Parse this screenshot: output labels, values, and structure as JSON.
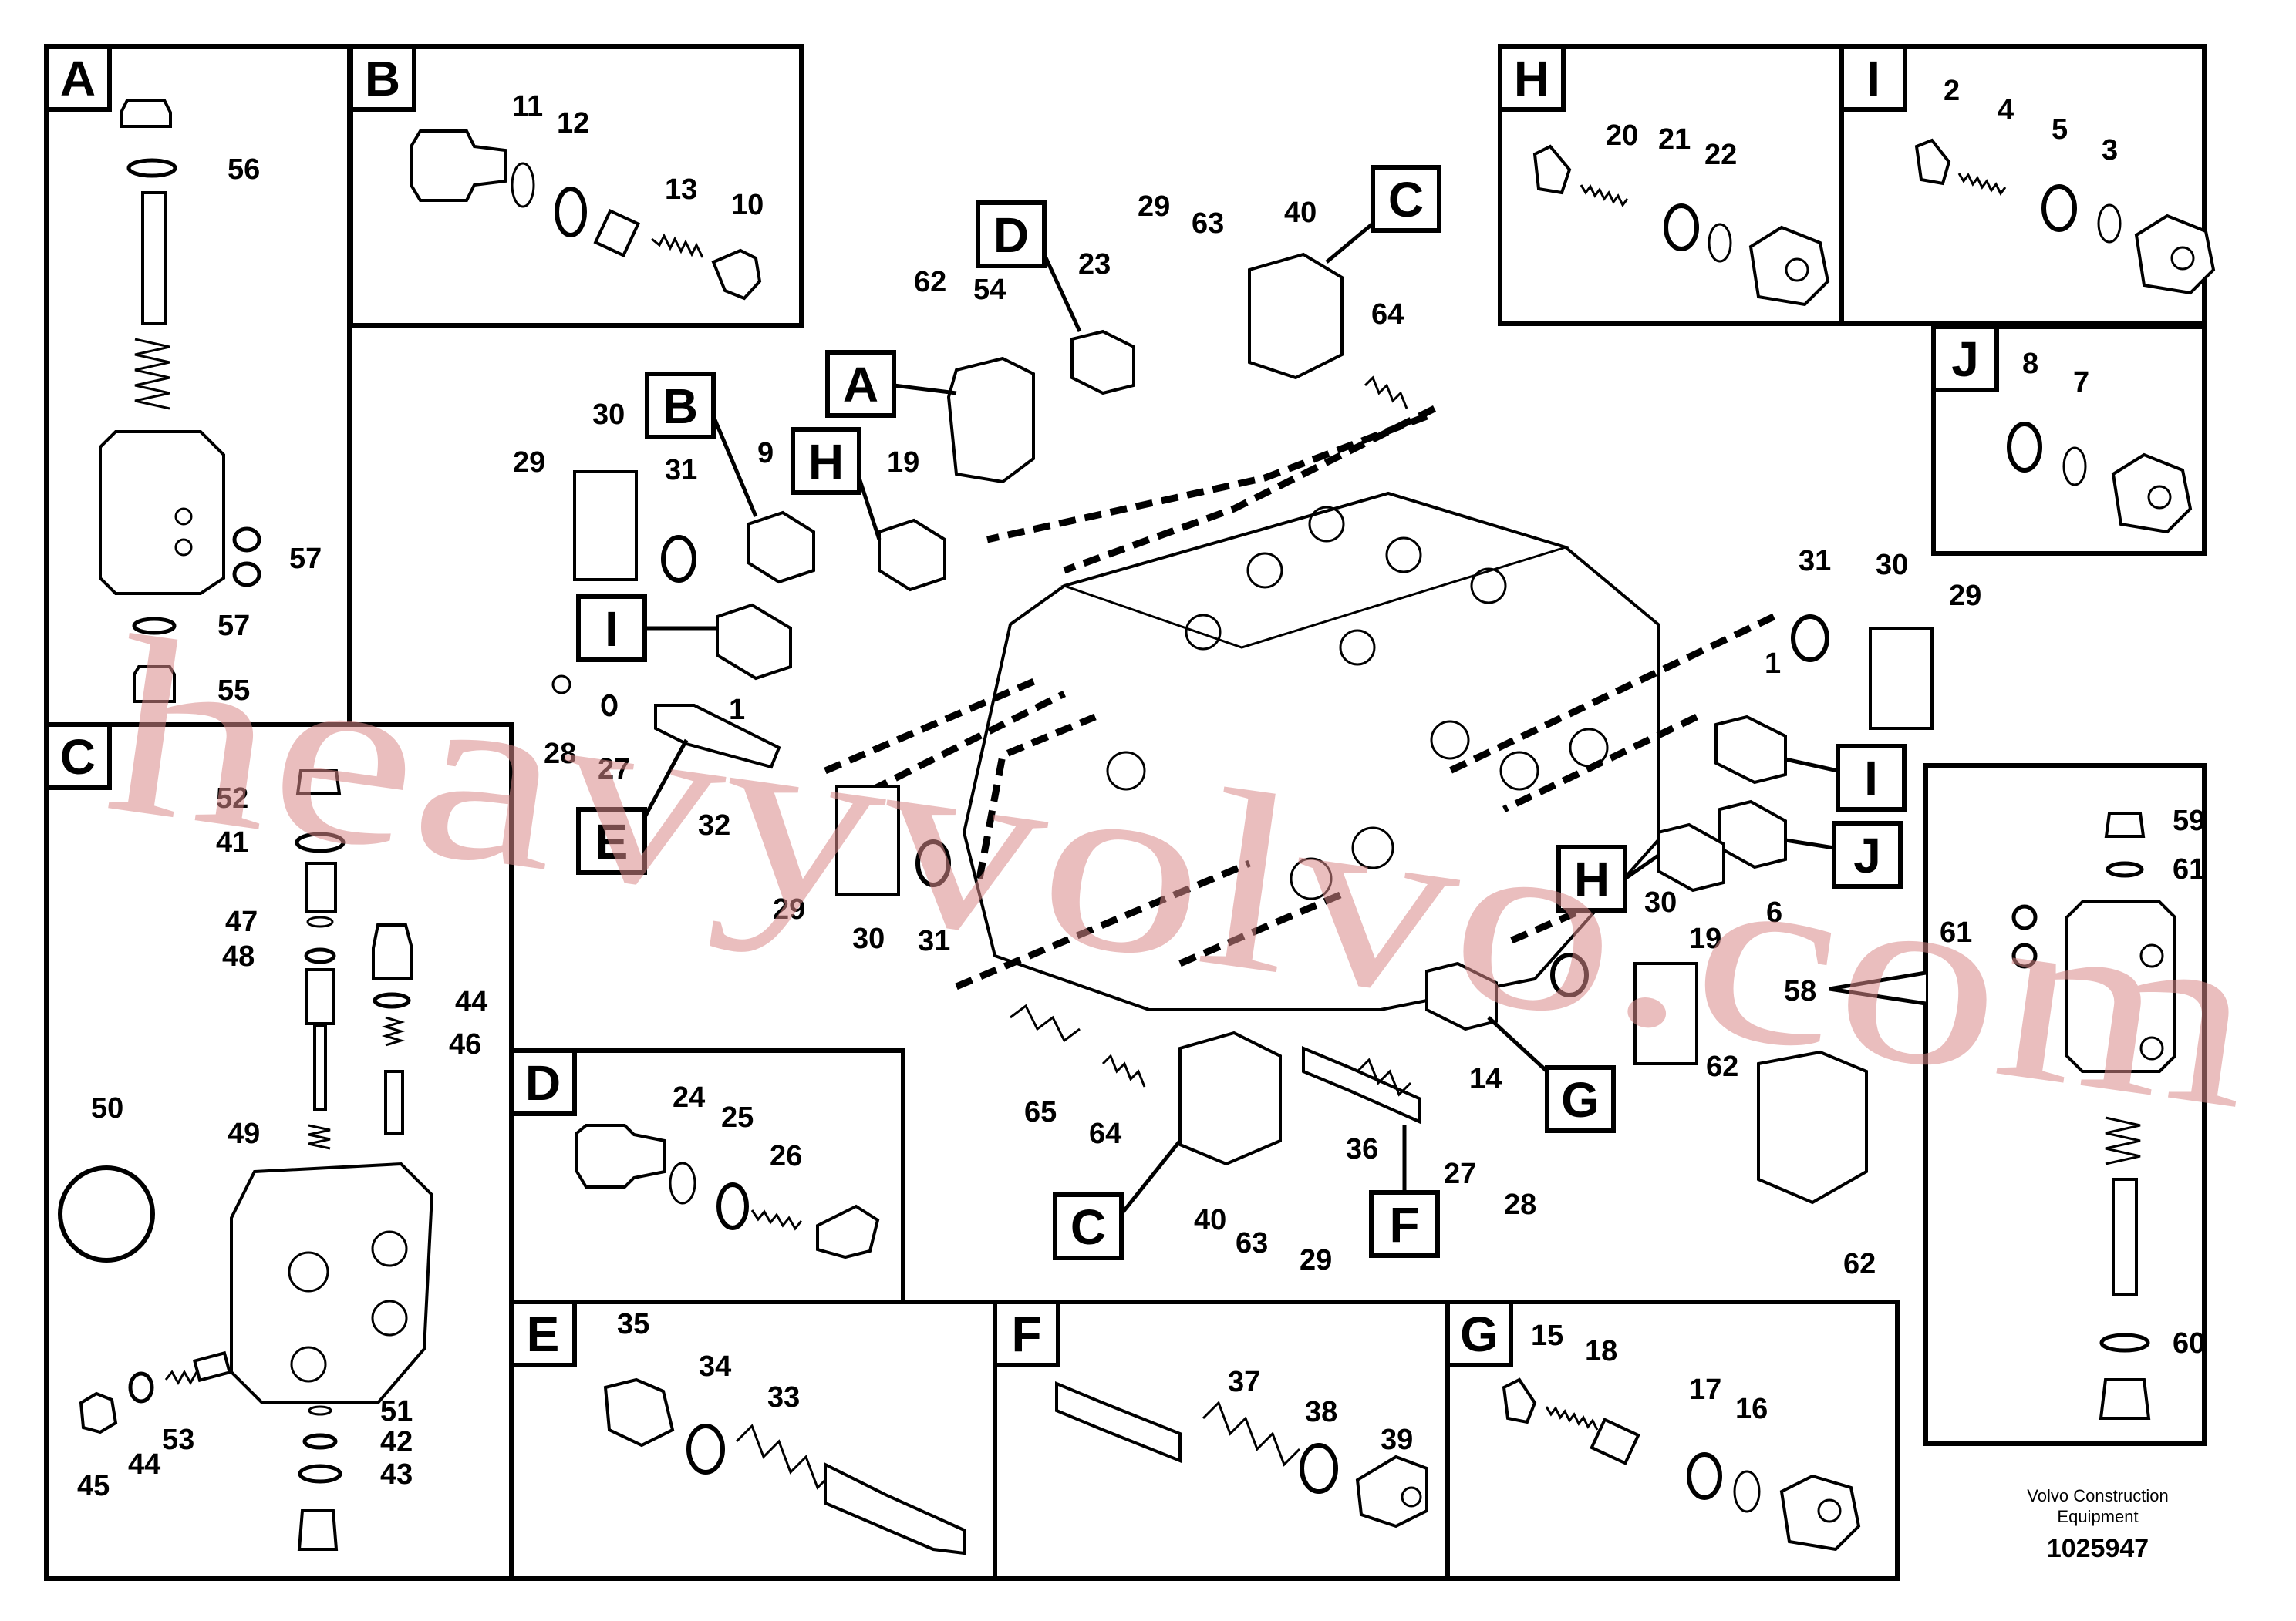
{
  "diagram": {
    "title": "",
    "panels": {
      "A": {
        "label": "A",
        "callouts": [
          "56",
          "57",
          "57",
          "55"
        ]
      },
      "B": {
        "label": "B",
        "callouts": [
          "11",
          "12",
          "13",
          "10"
        ]
      },
      "C": {
        "label": "C",
        "callouts": [
          "52",
          "41",
          "47",
          "48",
          "44",
          "46",
          "50",
          "49",
          "51",
          "42",
          "43",
          "45",
          "44",
          "53"
        ]
      },
      "D": {
        "label": "D",
        "callouts": [
          "24",
          "25",
          "26"
        ]
      },
      "E": {
        "label": "E",
        "callouts": [
          "35",
          "34",
          "33"
        ]
      },
      "F": {
        "label": "F",
        "callouts": [
          "37",
          "38",
          "39"
        ]
      },
      "G": {
        "label": "G",
        "callouts": [
          "15",
          "18",
          "17",
          "16"
        ]
      },
      "H": {
        "label": "H",
        "callouts": [
          "20",
          "21",
          "22"
        ]
      },
      "I": {
        "label": "I",
        "callouts": [
          "2",
          "4",
          "5",
          "3"
        ]
      },
      "J": {
        "label": "J",
        "callouts": [
          "8",
          "7"
        ]
      },
      "R": {
        "label": "",
        "callouts": [
          "59",
          "61",
          "61",
          "60"
        ]
      }
    },
    "main_tags": [
      "A",
      "B",
      "C",
      "D",
      "E",
      "F",
      "G",
      "H",
      "H",
      "I",
      "I",
      "J",
      "C"
    ],
    "main_callouts": [
      "62",
      "54",
      "23",
      "29",
      "63",
      "40",
      "64",
      "30",
      "29",
      "31",
      "9",
      "19",
      "1",
      "28",
      "27",
      "32",
      "29",
      "30",
      "31",
      "31",
      "30",
      "29",
      "1",
      "6",
      "19",
      "30",
      "62",
      "58",
      "65",
      "64",
      "40",
      "63",
      "29",
      "36",
      "27",
      "28",
      "14",
      "62"
    ],
    "footer": {
      "company_line1": "Volvo Construction",
      "company_line2": "Equipment",
      "drawing_number": "1025947"
    },
    "watermark": "heavyvolvo.com",
    "colors": {
      "ink": "#000000",
      "watermark": "#d98888",
      "background": "#ffffff"
    }
  }
}
